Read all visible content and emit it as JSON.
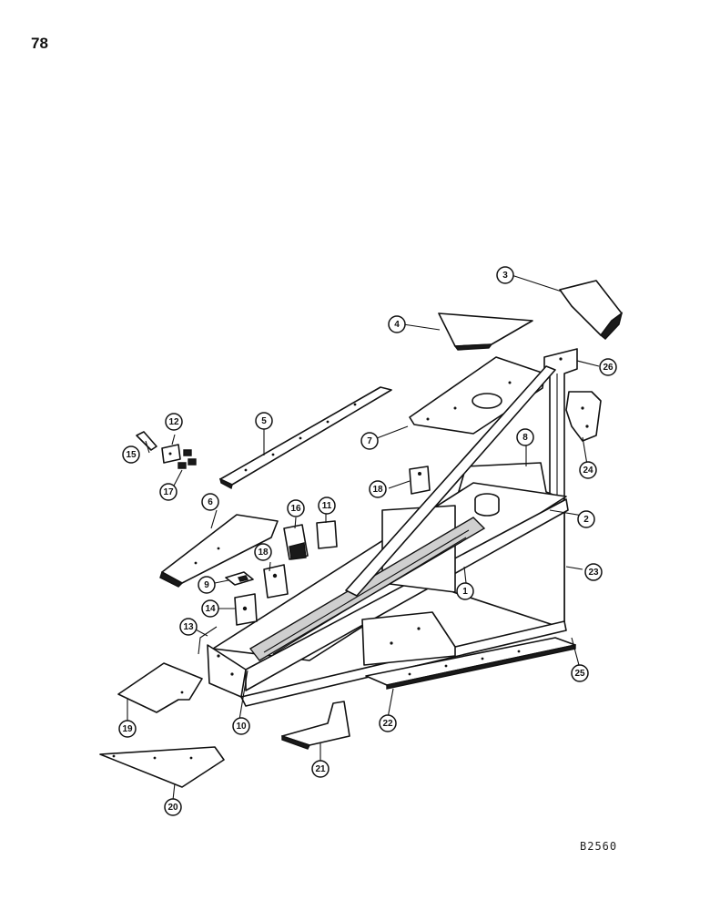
{
  "page_number": "78",
  "drawing_code": "B2560",
  "callouts": [
    "1",
    "2",
    "3",
    "4",
    "5",
    "6",
    "7",
    "8",
    "9",
    "10",
    "11",
    "12",
    "13",
    "14",
    "15",
    "16",
    "17",
    "18",
    "18",
    "19",
    "20",
    "21",
    "22",
    "23",
    "24",
    "25",
    "26"
  ]
}
